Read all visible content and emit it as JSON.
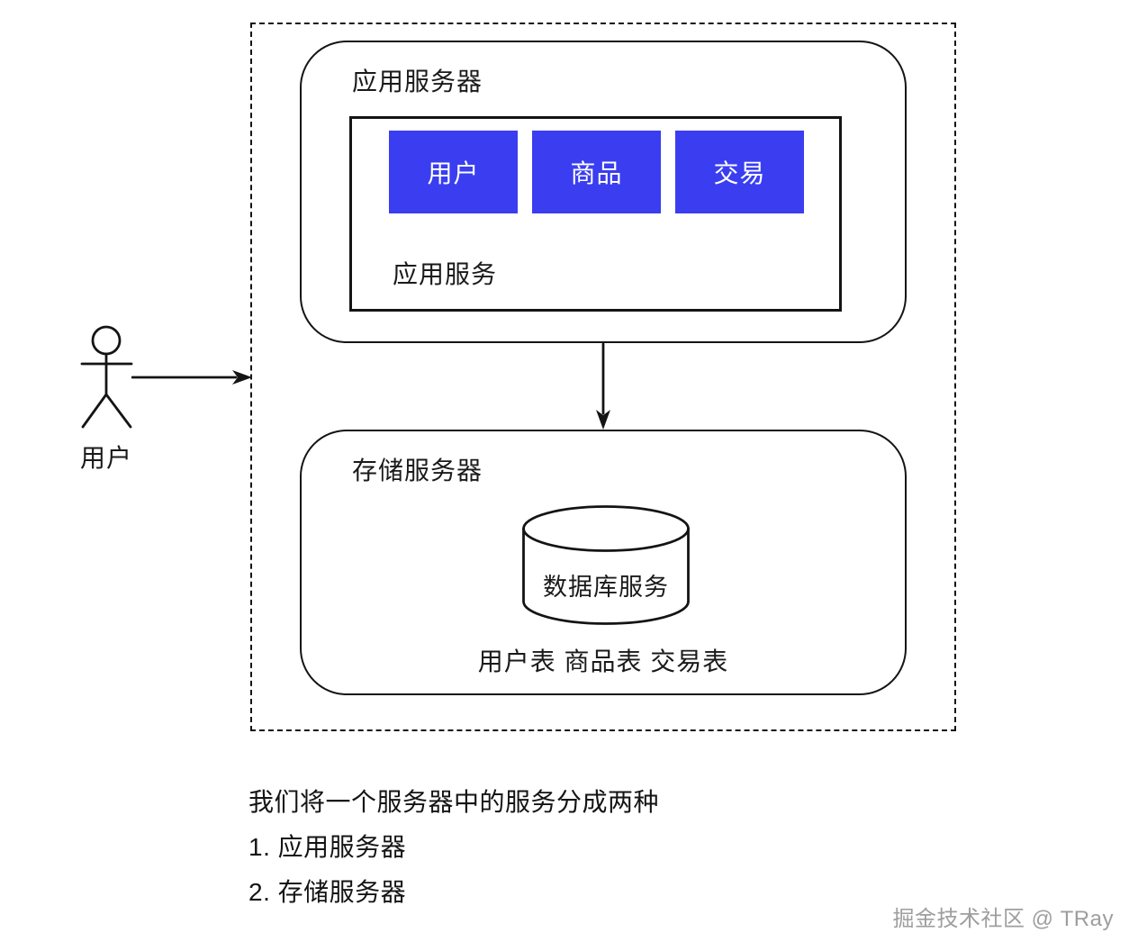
{
  "diagram": {
    "actor": {
      "label": "用户"
    },
    "app_server": {
      "title": "应用服务器",
      "inner_label": "应用服务",
      "services": [
        {
          "label": "用户"
        },
        {
          "label": "商品"
        },
        {
          "label": "交易"
        }
      ]
    },
    "storage_server": {
      "title": "存储服务器",
      "database_label": "数据库服务",
      "tables_label": "用户表 商品表 交易表"
    }
  },
  "notes": {
    "intro": "我们将一个服务器中的服务分成两种",
    "items": [
      "1. 应用服务器",
      "2. 存储服务器"
    ]
  },
  "watermark": "掘金技术社区 @ TRay",
  "colors": {
    "service_box_blue": "#3a3ef0",
    "line_black": "#141414",
    "watermark_gray": "#9e9e9e"
  }
}
